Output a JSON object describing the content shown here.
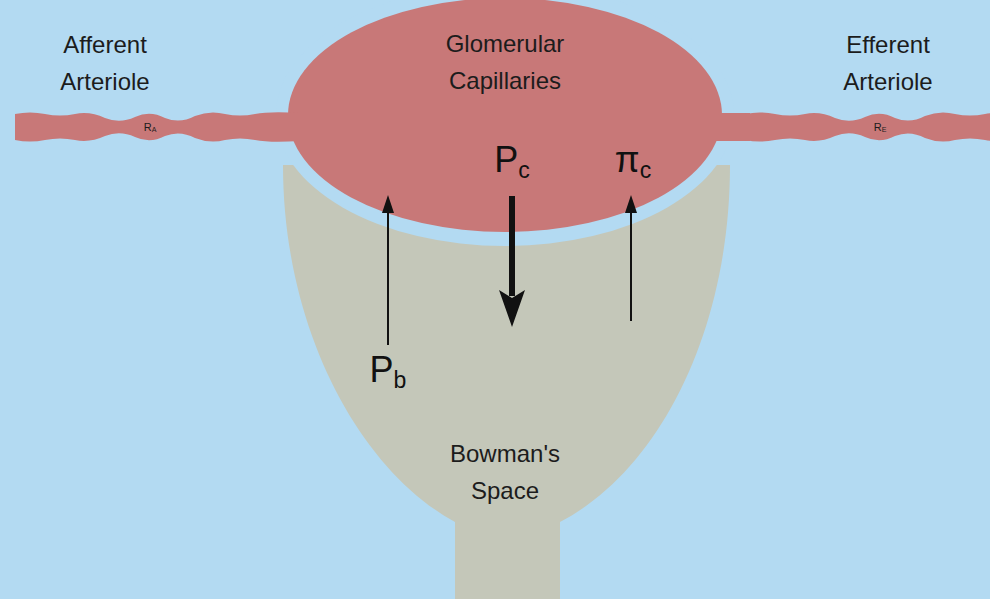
{
  "diagram": {
    "nodes": [
      {
        "text": [
          "Afferent Arteriole",
          "RA"
        ]
      },
      {
        "text": [
          "Glomerular Capillaries"
        ]
      },
      {
        "text": [
          "Efferent Arteriole",
          "RE"
        ]
      },
      {
        "text": [
          "Bowman's Space"
        ]
      }
    ],
    "labels": [
      "Pc",
      "πc",
      "Pb"
    ]
  }
}
